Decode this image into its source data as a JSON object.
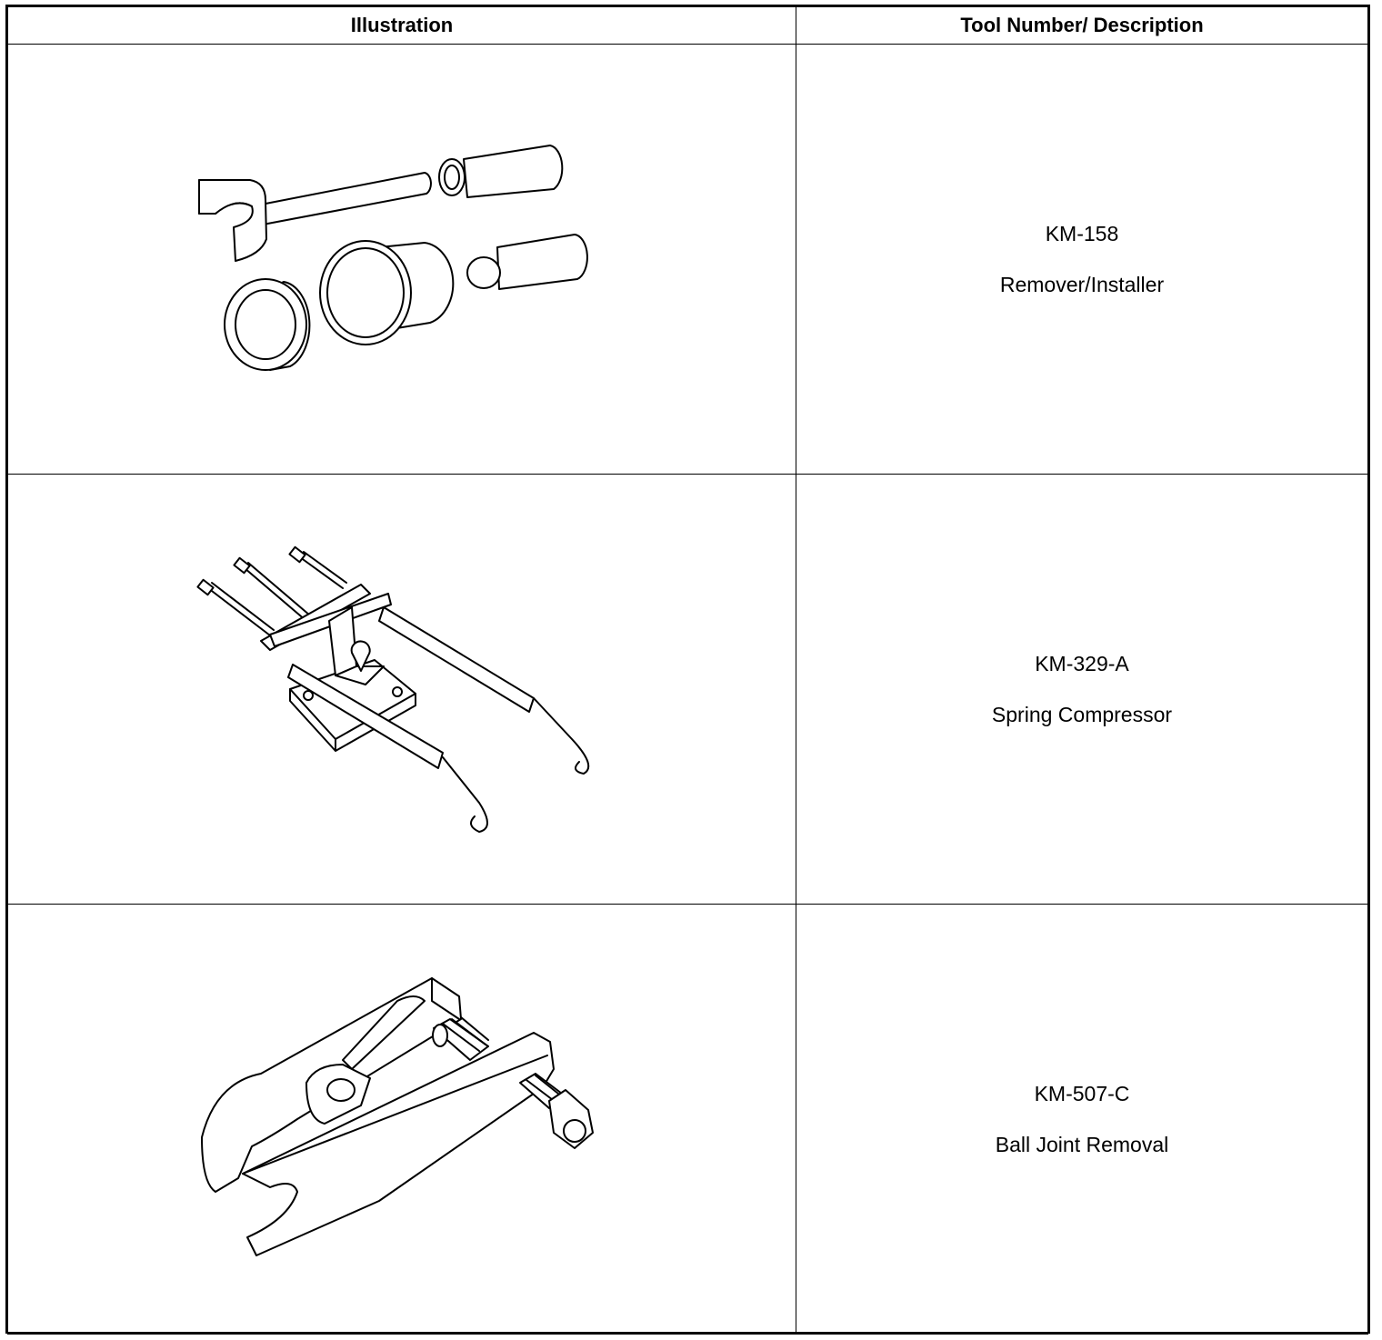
{
  "table": {
    "header_illustration": "Illustration",
    "header_description": "Tool Number/ Description"
  },
  "tools": [
    {
      "number": "KM-158",
      "description": "Remover/Installer",
      "illustration_icon": "remover-installer-tool-icon"
    },
    {
      "number": "KM-329-A",
      "description": "Spring Compressor",
      "illustration_icon": "spring-compressor-tool-icon"
    },
    {
      "number": "KM-507-C",
      "description": "Ball Joint Removal",
      "illustration_icon": "ball-joint-separator-tool-icon"
    }
  ]
}
